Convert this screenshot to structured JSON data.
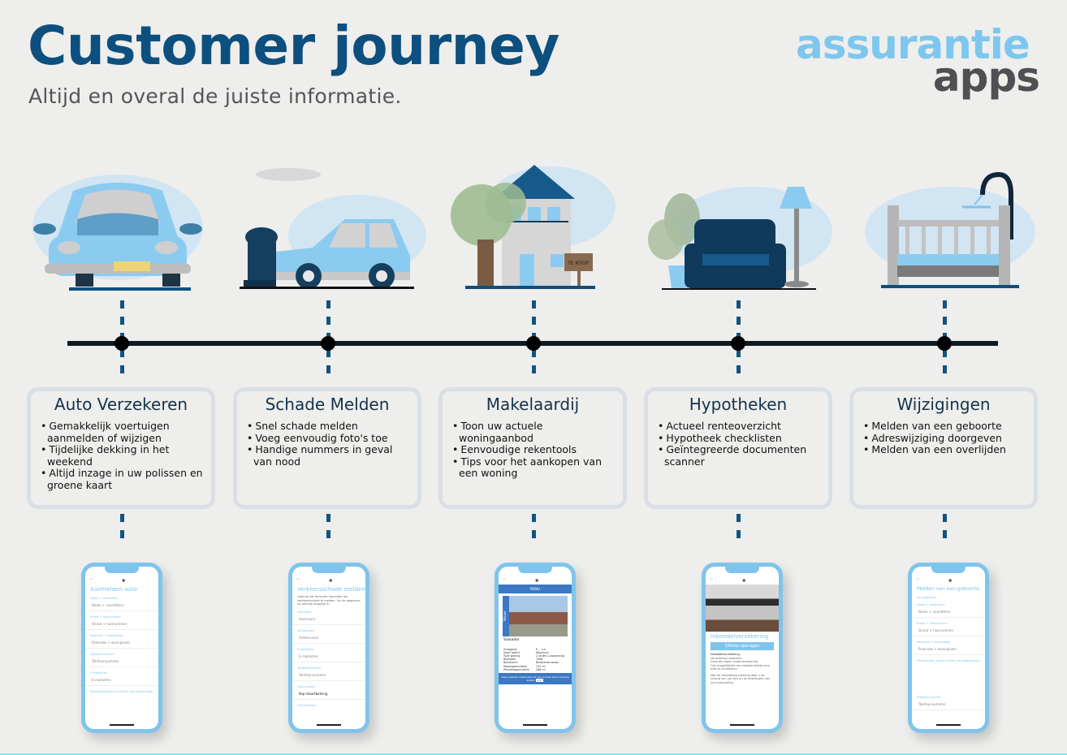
{
  "header": {
    "title": "Customer journey",
    "subtitle": "Altijd en overal de juiste informatie."
  },
  "logo": {
    "line1": "assurantie",
    "line2": "apps",
    "colors": {
      "line1": "#7dc7ee",
      "line2": "#4f5053"
    }
  },
  "colors": {
    "title": "#0d4f7e",
    "timeline": "#0e1a22",
    "dash": "#12547f",
    "phone_frame": "#7fc4ec",
    "card_border": "#d9dfe5"
  },
  "stages": [
    {
      "illustration": "car-front-icon",
      "title": "Auto Verzekeren",
      "bullets": [
        "Gemakkelijk voertuigen aanmelden of wijzigen",
        "Tijdelijke dekking in het weekend",
        "Altijd inzage in uw polissen en groene kaart"
      ],
      "phone": {
        "screen_title": "Aanmelden auto",
        "fields": [
          {
            "label": "Naam + voorletters",
            "value": "Naam + voorletters"
          },
          {
            "label": "Straat + huisnummer",
            "value": "Straat + huisnummer"
          },
          {
            "label": "Postcode + woonplaats",
            "value": "Postcode + woonplaats"
          },
          {
            "label": "Telefoonnummer",
            "value": "Telefoonnummer"
          },
          {
            "label": "E-mailadres",
            "value": "E-mailadres"
          }
        ],
        "footer_label": "Verkeerstekens (vul veld in met aanduiding)"
      }
    },
    {
      "illustration": "car-crash-hydrant-icon",
      "title": "Schade Melden",
      "bullets": [
        "Snel schade melden",
        "Voeg eenvoudig foto's toe",
        "Handige nummers in geval van nood"
      ],
      "phone": {
        "screen_title": "Verkeersschade melden",
        "intro": "Gebruik het formulier hieronder om verkeersschade te melden. Vul de gegevens zo volledig mogelijk in.",
        "fields": [
          {
            "label": "Voornaam",
            "value": "Voornaam"
          },
          {
            "label": "Achternaam",
            "value": "Achternaam"
          },
          {
            "label": "E-mailadres",
            "value": "E-mailadres"
          },
          {
            "label": "Telefoonnummer",
            "value": "Telefoonnummer"
          },
          {
            "label": "Type schade",
            "value": "Kop-staartbotsing"
          }
        ],
        "footer_label": "Opmerkingen"
      }
    },
    {
      "illustration": "house-for-sale-icon",
      "sign_text": "TE KOOP",
      "title": "Makelaardij",
      "bullets": [
        "Toon uw actuele woningaanbod",
        "Eenvoudige rekentools",
        "Tips voor het aankopen van een woning"
      ],
      "phone": {
        "menu_label": "MENU",
        "ribbon": "Nieuw",
        "listing_title": "Salvador",
        "specs": [
          [
            "Vraagprijs",
            "€ ... k.k."
          ],
          [
            "Soort object",
            "Woonhuis"
          ],
          [
            "Type woning",
            "2-onder-1-kapwoning"
          ],
          [
            "Bouwjaar",
            "1996"
          ],
          [
            "Bouwvorm",
            "Bestaande bouw"
          ],
          [
            "Woonoppervlakte",
            "132 m²"
          ],
          [
            "Perceeloppervlakte",
            "288 m²"
          ]
        ],
        "cookie_text": "Deze website maakt gebruik van cookies",
        "cookie_accept": "Deze melding sluiten",
        "cookie_info": "Info"
      }
    },
    {
      "illustration": "armchair-plant-lamp-icon",
      "title": "Hypotheken",
      "bullets": [
        "Actueel renteoverzicht",
        "Hypotheek checklisten",
        "Geïntegreerde documenten scanner"
      ],
      "phone": {
        "screen_title": "Inboedelverzekering",
        "button": "Offerte opvragen",
        "subheading": "Inboedelverzekering",
        "list": [
          "Verzekering inspiratie",
          "Garantie tegen onderverzekering",
          "Ook mogelijkheid om mobiele elektronica mee te verzekeren"
        ],
        "paragraph": "Met de inboedelverzekering dekt u de inhoud van uw huis en de bezittingen van uw huishouding."
      }
    },
    {
      "illustration": "baby-crib-icon",
      "title": "Wijzigingen",
      "bullets": [
        "Melden van een geboorte",
        "Adreswijziging doorgeven",
        "Melden van een overlijden"
      ],
      "phone": {
        "screen_title": "Melden van een geboorte",
        "section_label": "Uw gegevens",
        "fields": [
          {
            "label": "Naam + voorletters",
            "value": "Naam + voorletters"
          },
          {
            "label": "Straat + huisnummer",
            "value": "Straat + huisnummer"
          },
          {
            "label": "Postcode + woonplaats",
            "value": "Postcode + woonplaats"
          }
        ],
        "mid_label": "Polisnummer (alleen indien van toepassing)",
        "last_field": {
          "label": "Telefoonnummer",
          "value": "Telefoonnummer"
        }
      }
    }
  ]
}
